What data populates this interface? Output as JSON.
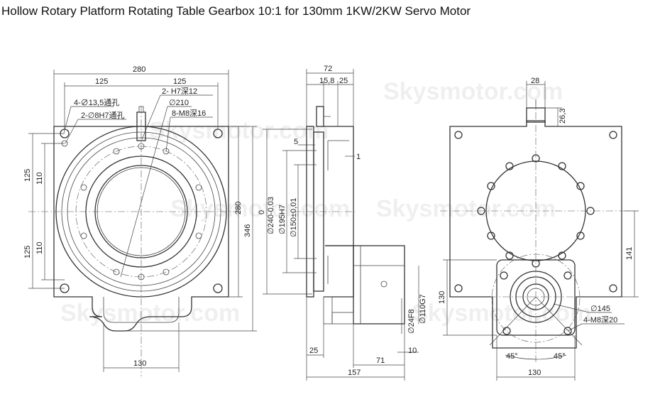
{
  "title": "Hollow Rotary Platform Rotating Table Gearbox 10:1 for 130mm 1KW/2KW Servo Motor",
  "watermark": "Skysmotor.com",
  "front_view": {
    "dim_width_top": "280",
    "dim_half_left": "125",
    "dim_half_right": "125",
    "dim_height_right": "280",
    "dim_total_height": "346",
    "dim_left_top_125": "125",
    "dim_left_top_110": "110",
    "dim_left_bot_125": "125",
    "dim_left_bot_110": "110",
    "dim_bottom_130": "130",
    "label_mount_holes": "4-∅13,5通孔",
    "label_pin_holes": "2-∅8H7通孔",
    "label_h7": "2-   H7深12",
    "label_pcd": "∅210",
    "label_thread": "8-M8深16"
  },
  "side_view": {
    "dim_72": "72",
    "dim_15_8": "15,8",
    "dim_25_top": "25",
    "dim_5": "5",
    "dim_1": "1",
    "dim_0": "0",
    "dim_240": "∅240-0.03",
    "dim_195": "∅195H7",
    "dim_150": "∅150±0,01",
    "dim_24f8": "∅24F8",
    "dim_110g7": "∅110G7",
    "dim_25_bot": "25",
    "dim_71": "71",
    "dim_10": "10",
    "dim_157": "157"
  },
  "rear_view": {
    "dim_28": "28",
    "dim_26_3": "26,3",
    "dim_141": "141",
    "dim_130_left": "130",
    "dim_130_bottom": "130",
    "dim_145": "∅145",
    "label_thread": "4-M8深20",
    "angle_left": "45°",
    "angle_right": "45°"
  }
}
